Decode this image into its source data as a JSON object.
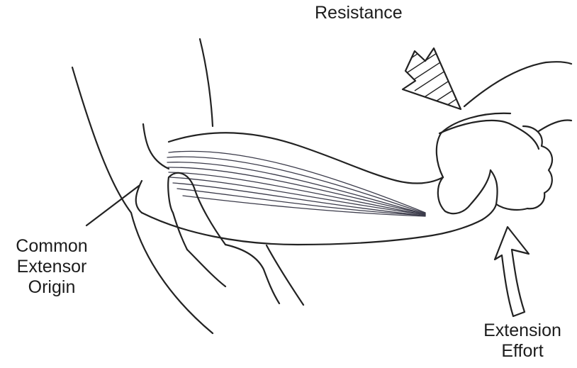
{
  "labels": {
    "resistance": "Resistance",
    "origin_line1": "Common",
    "origin_line2": "Extensor",
    "origin_line3": "Origin",
    "effort_line1": "Extension",
    "effort_line2": "Effort"
  },
  "colors": {
    "ink": "#222222",
    "background": "#ffffff"
  }
}
